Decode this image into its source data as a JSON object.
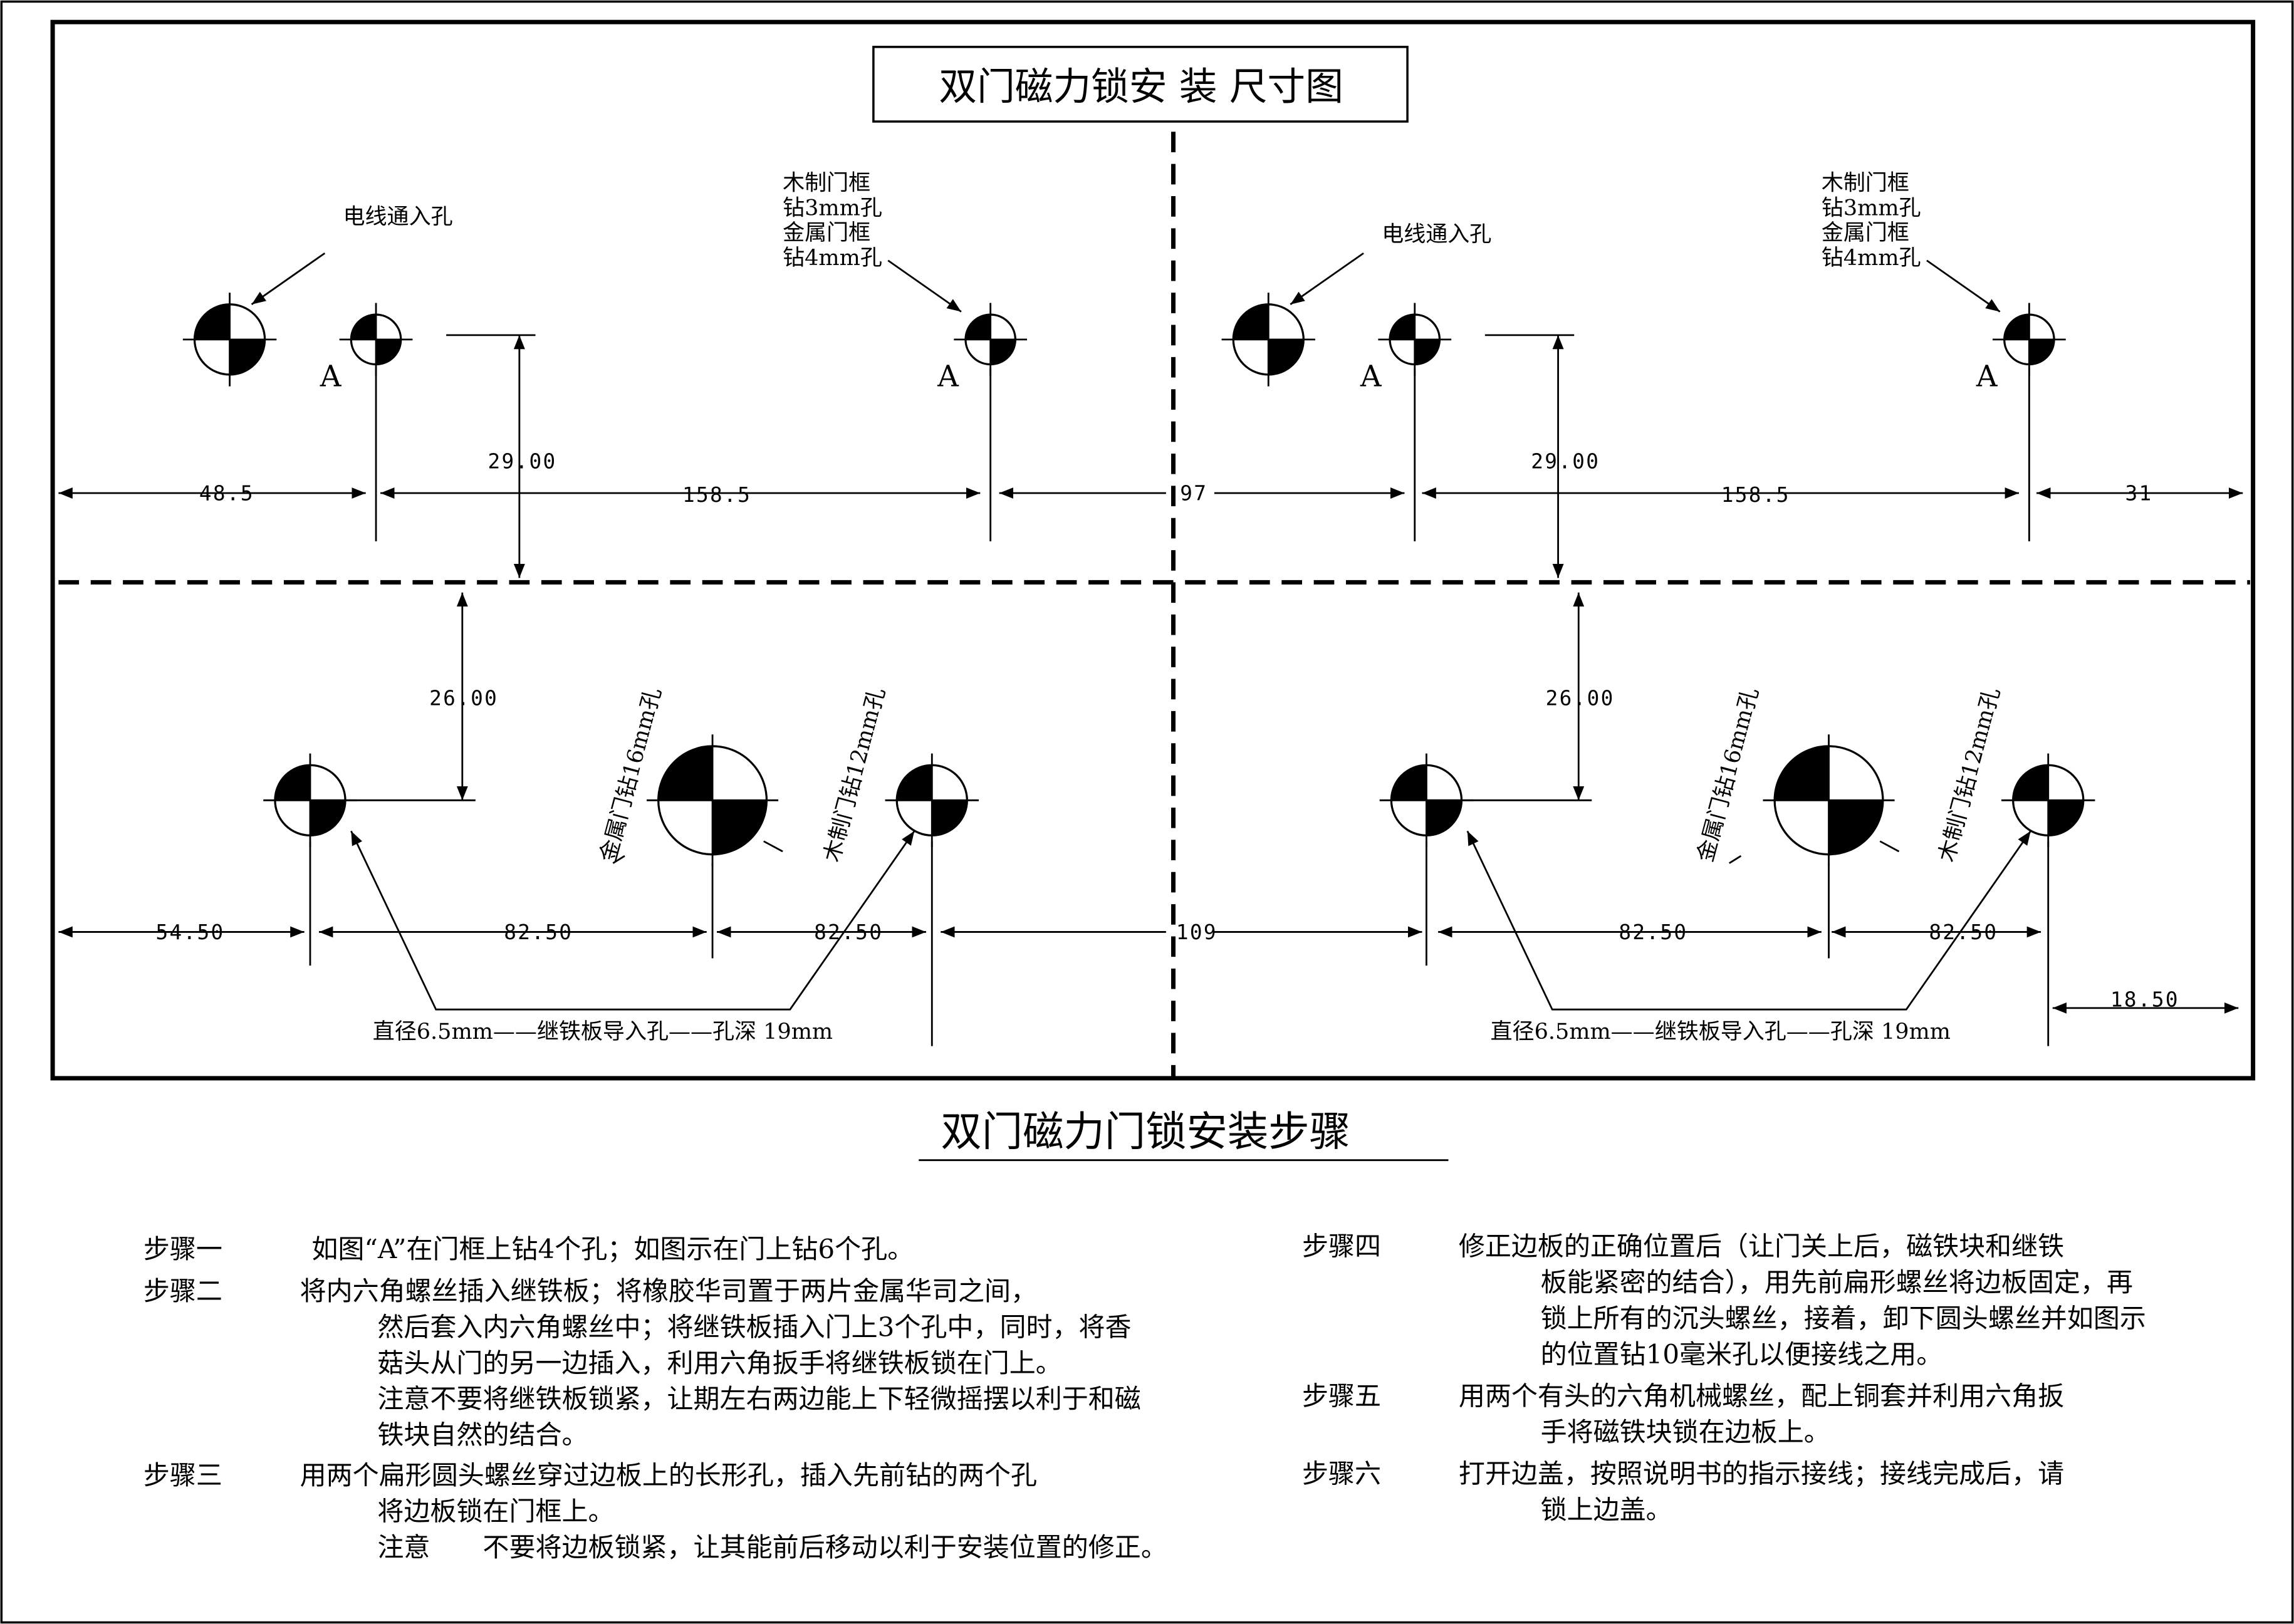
{
  "diagram": {
    "title": "双门磁力锁安 装 尺寸图",
    "wire_hole_label": "电线通入孔",
    "frame_hole_label": [
      "木制门框",
      "钻3mm孔",
      "金属门框",
      "钻4mm孔"
    ],
    "marker_label": "A",
    "metal_door_label": "金属门钻16mm孔",
    "wood_door_label": "木制门钻12mm孔",
    "guide_hole_label": "直径6.5mm——继铁板导入孔——孔深 19mm",
    "top_dims": {
      "left_offset": "48.5",
      "span_left": "158.5",
      "middle": "97",
      "span_right": "158.5",
      "right_offset": "31",
      "height": "29.00"
    },
    "bottom_dims": {
      "left_offset": "54.50",
      "span": "82.50",
      "middle": "109",
      "right_offset": "18.50",
      "height": "26.00"
    }
  },
  "steps": {
    "title": "双门磁力门锁安装步骤",
    "items": [
      {
        "label": "步骤一",
        "lines": [
          "如图“A”在门框上钻4个孔；如图示在门上钻6个孔。"
        ]
      },
      {
        "label": "步骤二",
        "lines": [
          "将内六角螺丝插入继铁板；将橡胶华司置于两片金属华司之间，",
          "然后套入内六角螺丝中；将继铁板插入门上3个孔中，同时，将香",
          "菇头从门的另一边插入，利用六角扳手将继铁板锁在门上。",
          "注意不要将继铁板锁紧，让期左右两边能上下轻微摇摆以利于和磁",
          "铁块自然的结合。"
        ]
      },
      {
        "label": "步骤三",
        "lines": [
          "用两个扁形圆头螺丝穿过边板上的长形孔，插入先前钻的两个孔",
          "将边板锁在门框上。",
          "注意　　不要将边板锁紧，让其能前后移动以利于安装位置的修正。"
        ]
      },
      {
        "label": "步骤四",
        "lines": [
          "修正边板的正确位置后（让门关上后，磁铁块和继铁",
          "板能紧密的结合），用先前扁形螺丝将边板固定，再",
          "锁上所有的沉头螺丝，接着，卸下圆头螺丝并如图示",
          "的位置钻10毫米孔以便接线之用。"
        ]
      },
      {
        "label": "步骤五",
        "lines": [
          "用两个有头的六角机械螺丝，配上铜套并利用六角扳",
          "手将磁铁块锁在边板上。"
        ]
      },
      {
        "label": "步骤六",
        "lines": [
          "打开边盖，按照说明书的指示接线；接线完成后，请",
          "锁上边盖。"
        ]
      }
    ]
  }
}
